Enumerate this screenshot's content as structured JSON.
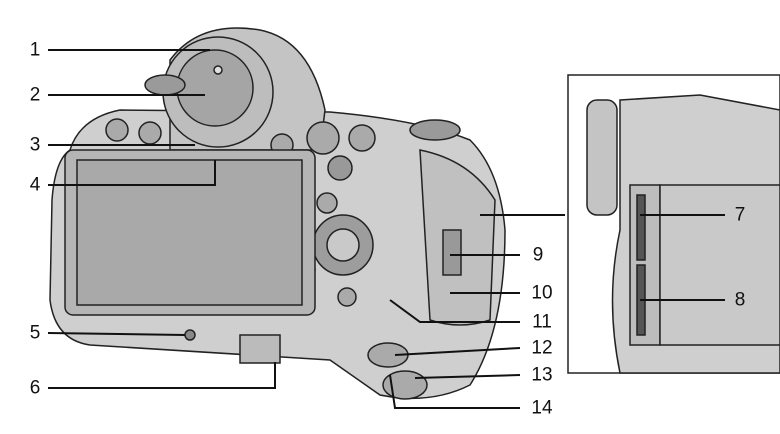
{
  "callouts": [
    {
      "id": "1",
      "label": "1"
    },
    {
      "id": "2",
      "label": "2"
    },
    {
      "id": "3",
      "label": "3"
    },
    {
      "id": "4",
      "label": "4"
    },
    {
      "id": "5",
      "label": "5"
    },
    {
      "id": "6",
      "label": "6"
    },
    {
      "id": "7",
      "label": "7"
    },
    {
      "id": "8",
      "label": "8"
    },
    {
      "id": "9",
      "label": "9"
    },
    {
      "id": "10",
      "label": "10"
    },
    {
      "id": "11",
      "label": "11"
    },
    {
      "id": "12",
      "label": "12"
    },
    {
      "id": "13",
      "label": "13"
    },
    {
      "id": "14",
      "label": "14"
    }
  ],
  "colors": {
    "body": "#c9c9c9",
    "dark": "#8a8a8a",
    "outline": "#222222",
    "screen": "#b0b0b0"
  }
}
